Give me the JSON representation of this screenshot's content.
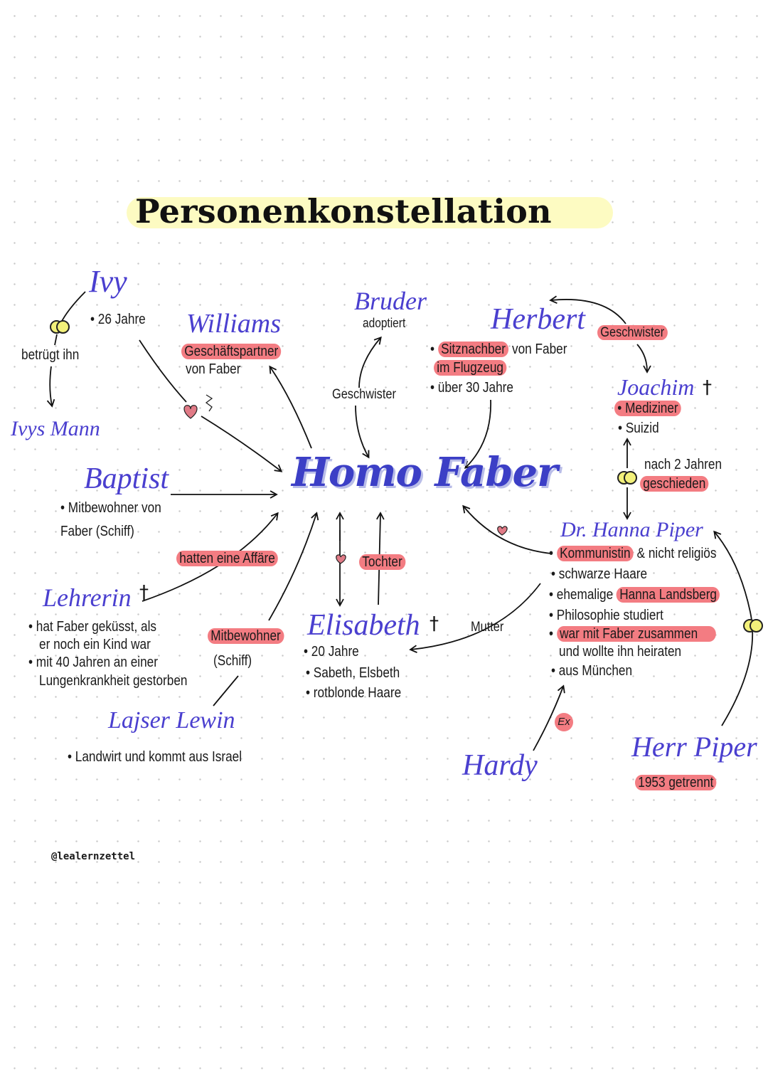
{
  "title": "Personenkonstellation",
  "center": "Homo Faber",
  "ivy": {
    "name": "Ivy",
    "age": "• 26 Jahre",
    "relation": "betrügt ihn",
    "husband": "Ivys Mann"
  },
  "williams": {
    "name": "Williams",
    "role": "Geschäftspartner",
    "role2": "von Faber"
  },
  "bruder": {
    "name": "Bruder",
    "note": "adoptiert",
    "relation": "Geschwister"
  },
  "herbert": {
    "name": "Herbert",
    "line1a": "Sitznachber",
    "line1b": " von Faber",
    "line2": "im Flugzeug",
    "line3": "• über 30 Jahre",
    "relation": "Geschwister"
  },
  "joachim": {
    "name": "Joachim",
    "cross": "†",
    "line1": "• Mediziner",
    "line2": "• Suizid",
    "marriage1": "nach 2 Jahren",
    "marriage2": "geschieden"
  },
  "baptist": {
    "name": "Baptist",
    "line1": "• Mitbewohner von",
    "line2": "Faber (Schiff)"
  },
  "lehrerin": {
    "name": "Lehrerin",
    "cross": "†",
    "relation": "hatten eine Affäre",
    "lines": [
      "• hat Faber geküsst, als",
      "er noch ein Kind war",
      "• mit 40 Jahren an einer",
      "Lungenkrankheit gestorben"
    ]
  },
  "lajser": {
    "name": "Lajser Lewin",
    "relation": "Mitbewohner",
    "relation2": "(Schiff)",
    "line1": "• Landwirt und kommt aus Israel"
  },
  "elisabeth": {
    "name": "Elisabeth",
    "cross": "†",
    "relation": "Tochter",
    "lines": [
      "• 20 Jahre",
      "• Sabeth, Elsbeth",
      "• rotblonde Haare"
    ]
  },
  "hanna": {
    "name": "Dr. Hanna Piper",
    "relation": "Mutter",
    "l1a": "Kommunistin",
    "l1b": " & nicht religiös",
    "l2": "• schwarze Haare",
    "l3a": "• ehemalige ",
    "l3b": "Hanna Landsberg",
    "l4": "• Philosophie studiert",
    "l5": "war mit Faber zusammen",
    "l6": "und wollte ihn heiraten",
    "l7": "• aus München"
  },
  "hardy": {
    "name": "Hardy",
    "relation": "Ex"
  },
  "herrpiper": {
    "name": "Herr Piper",
    "note": "1953 getrennt"
  },
  "credit": "@lealernzettel",
  "colors": {
    "name": "#4a3fcf",
    "highlight": "#f37c82",
    "title_highlight": "#fdfbc2"
  }
}
